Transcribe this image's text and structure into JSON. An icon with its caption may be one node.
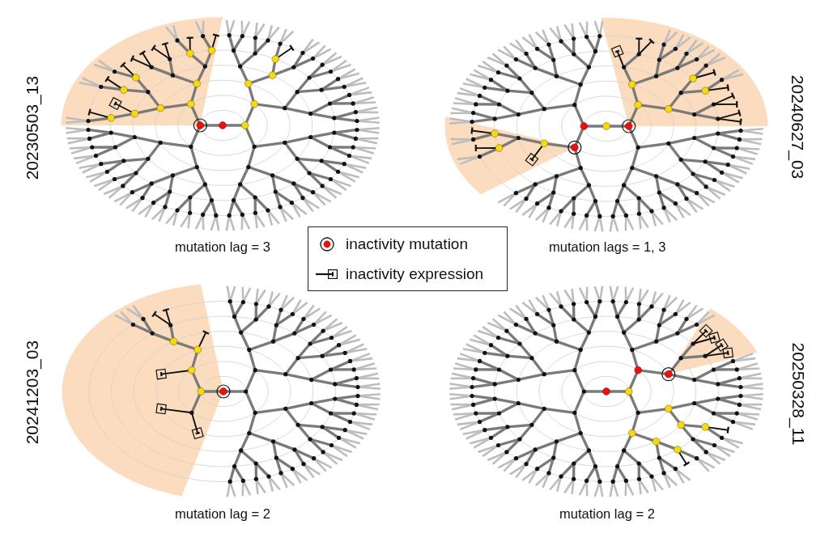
{
  "diagram": {
    "labels": [
      "20230503_13",
      "20240627_03",
      "mutation lag = 3",
      "mutation lags = 1, 3",
      "20241203_03",
      "20250328_11",
      "mutation lag = 2",
      "mutation lag = 2"
    ],
    "legend": [
      {
        "text": "inactivity mutation"
      },
      {
        "text": "inactivity expression"
      }
    ]
  }
}
